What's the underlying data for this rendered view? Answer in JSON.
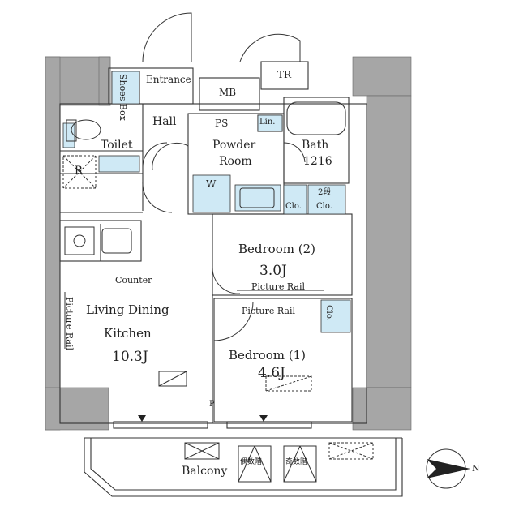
{
  "rooms": {
    "entrance": "Entrance",
    "shoes_box": "Shoes Box",
    "mb": "MB",
    "tr": "TR",
    "hall": "Hall",
    "ps": "PS",
    "lin": "Lin.",
    "toilet": "Toilet",
    "powder_room_line1": "Powder",
    "powder_room_line2": "Room",
    "bath": "Bath",
    "bath_size": "1216",
    "refrigerator": "R",
    "washer": "W",
    "closet_stack": "2段",
    "clo_a": "Clo.",
    "clo_b": "Clo.",
    "clo_c": "Clo.",
    "bedroom2": "Bedroom (2)",
    "bedroom2_size": "3.0J",
    "picture_rail_bedroom2": "Picture Rail",
    "picture_rail_bedroom1": "Picture Rail",
    "picture_rail_ldk": "Picture Rail",
    "counter": "Counter",
    "ldk_line1": "Living Dining",
    "ldk_line2": "Kitchen",
    "ldk_size": "10.3J",
    "bedroom1": "Bedroom (1)",
    "bedroom1_size": "4.6J",
    "p": "P",
    "balcony": "Balcony",
    "evacuation_even": "偶数階",
    "evacuation_odd": "奇数階",
    "north": "N"
  },
  "colors": {
    "wall": "#a6a6a6",
    "line": "#333333",
    "storage": "#cfe9f5"
  }
}
